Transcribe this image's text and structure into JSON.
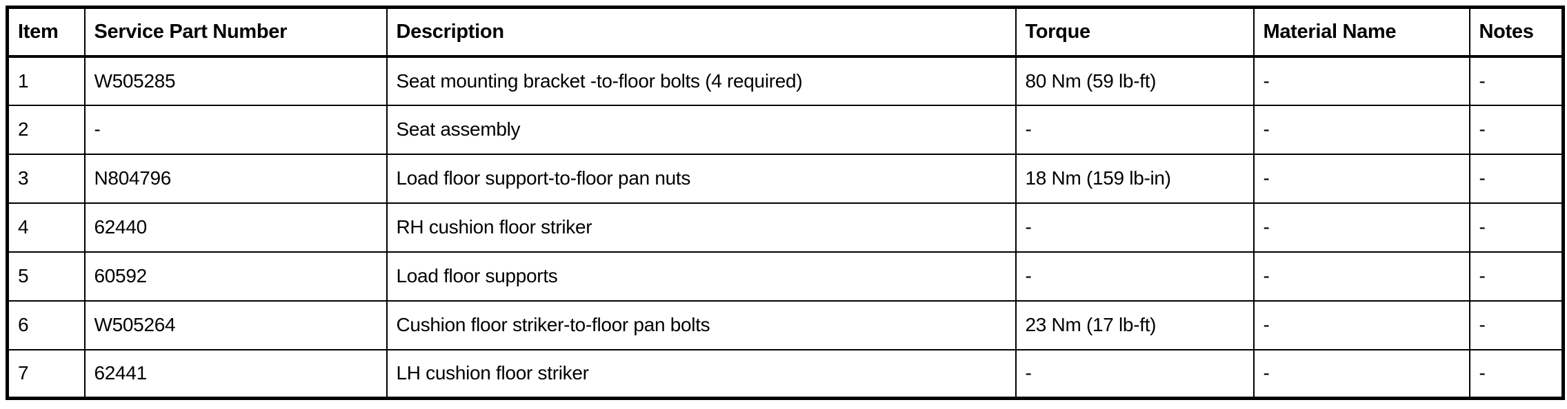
{
  "table": {
    "colors": {
      "border": "#000000",
      "background": "#ffffff",
      "text": "#000000"
    },
    "columns": [
      {
        "key": "item",
        "label": "Item"
      },
      {
        "key": "part",
        "label": "Service Part Number"
      },
      {
        "key": "desc",
        "label": "Description"
      },
      {
        "key": "torque",
        "label": "Torque"
      },
      {
        "key": "material",
        "label": "Material Name"
      },
      {
        "key": "notes",
        "label": "Notes"
      }
    ],
    "rows": [
      [
        "1",
        "W505285",
        "Seat mounting bracket -to-floor bolts (4 required)",
        "80 Nm (59 lb-ft)",
        "-",
        "-"
      ],
      [
        "2",
        "-",
        "Seat assembly",
        "-",
        "-",
        "-"
      ],
      [
        "3",
        "N804796",
        "Load floor support-to-floor pan nuts",
        "18 Nm (159 lb-in)",
        "-",
        "-"
      ],
      [
        "4",
        "62440",
        "RH cushion floor striker",
        "-",
        "-",
        "-"
      ],
      [
        "5",
        "60592",
        "Load floor supports",
        "-",
        "-",
        "-"
      ],
      [
        "6",
        "W505264",
        "Cushion floor striker-to-floor pan bolts",
        "23 Nm (17 lb-ft)",
        "-",
        "-"
      ],
      [
        "7",
        "62441",
        "LH cushion floor striker",
        "-",
        "-",
        "-"
      ]
    ]
  }
}
